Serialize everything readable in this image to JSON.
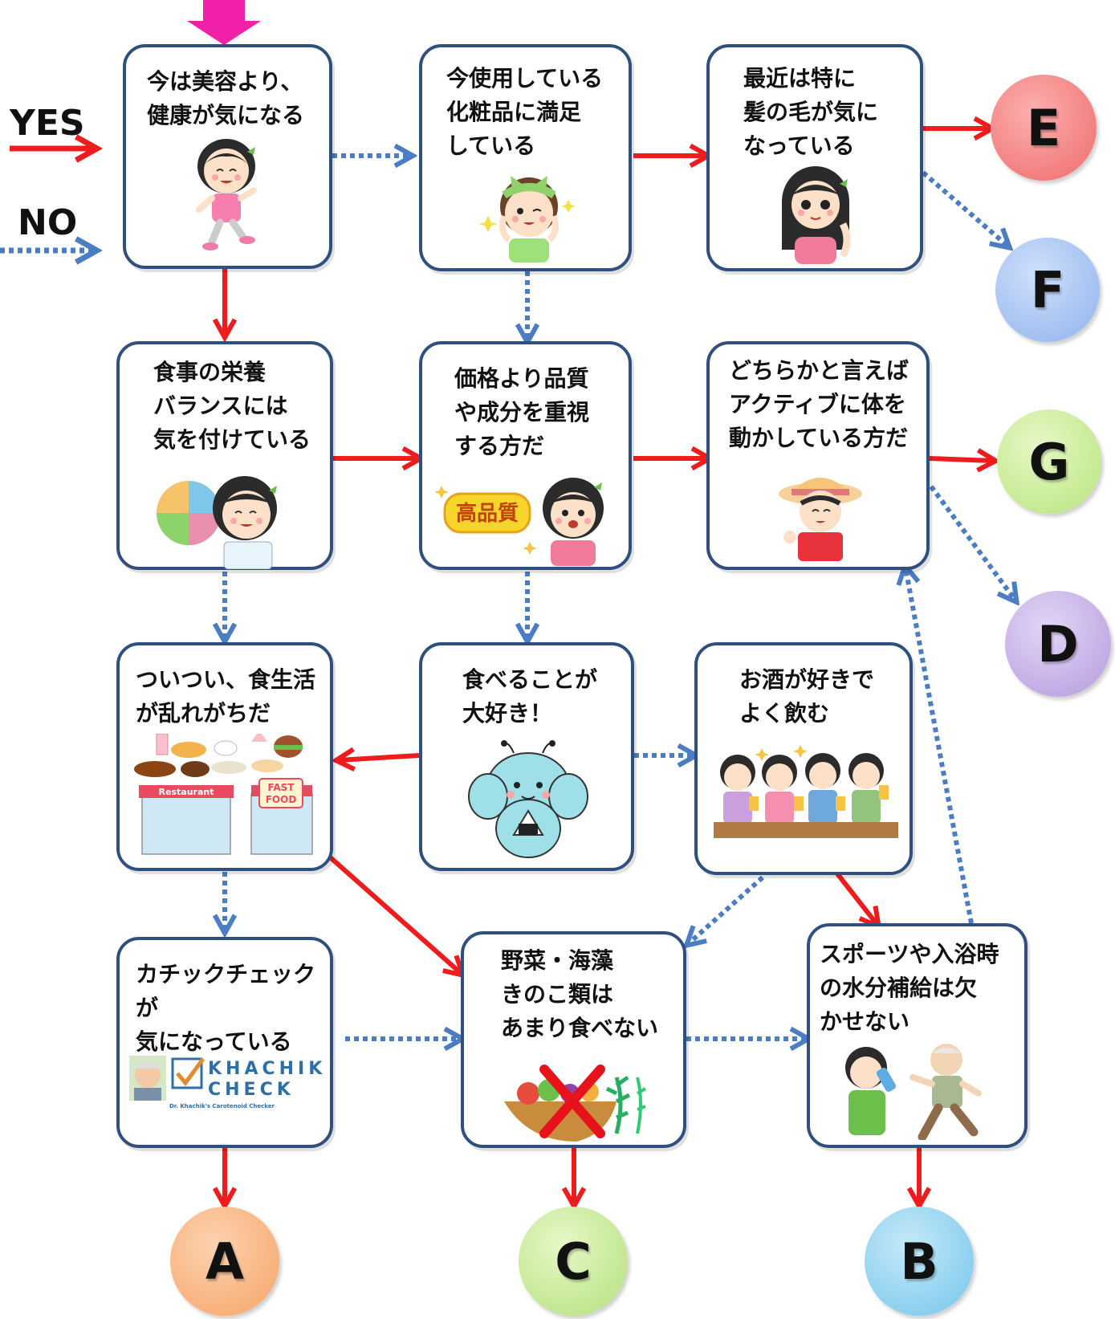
{
  "legend": {
    "yes_label": "YES",
    "no_label": "NO",
    "yes_color": "#ee1c1c",
    "no_color": "#4a7dc4"
  },
  "start_marker_color": "#f020a8",
  "questions": {
    "q1": "今は美容より、\n健康が気になる",
    "q2": "今使用している\n化粧品に満足\nしている",
    "q3": "最近は特に\n髪の毛が気に\nなっている",
    "q4": "食事の栄養\nバランスには\n気を付けている",
    "q5": "価格より品質\nや成分を重視\nする方だ",
    "q6": "どちらかと言えば\nアクティブに体を\n動かしている方だ",
    "q7": "ついつい、食生活\nが乱れがちだ",
    "q8": "食べることが\n大好き！",
    "q9": "お酒が好きで\nよく飲む",
    "q10": "カチックチェックが\n気になっている",
    "q11": "野菜・海藻\nきのこ類は\nあまり食べない",
    "q12": "スポーツや入浴時\nの水分補給は欠\nかせない"
  },
  "results": {
    "A": {
      "label": "A",
      "color": "#f6a466"
    },
    "B": {
      "label": "B",
      "color": "#74c5ec"
    },
    "C": {
      "label": "C",
      "color": "#b4e07a"
    },
    "D": {
      "label": "D",
      "color": "#b69ade"
    },
    "E": {
      "label": "E",
      "color": "#f06a6a"
    },
    "F": {
      "label": "F",
      "color": "#8fb2ec"
    },
    "G": {
      "label": "G",
      "color": "#b8e47a"
    }
  },
  "illustration_text": {
    "quality_badge": "高品質",
    "restaurant_sign": "Restaurant",
    "fastfood_line1": "FAST",
    "fastfood_line2": "FOOD",
    "logo_line1": "KHACHIK",
    "logo_line2": "CHECK",
    "logo_tagline": "Dr. Khachik's Carotenoid Checker"
  }
}
